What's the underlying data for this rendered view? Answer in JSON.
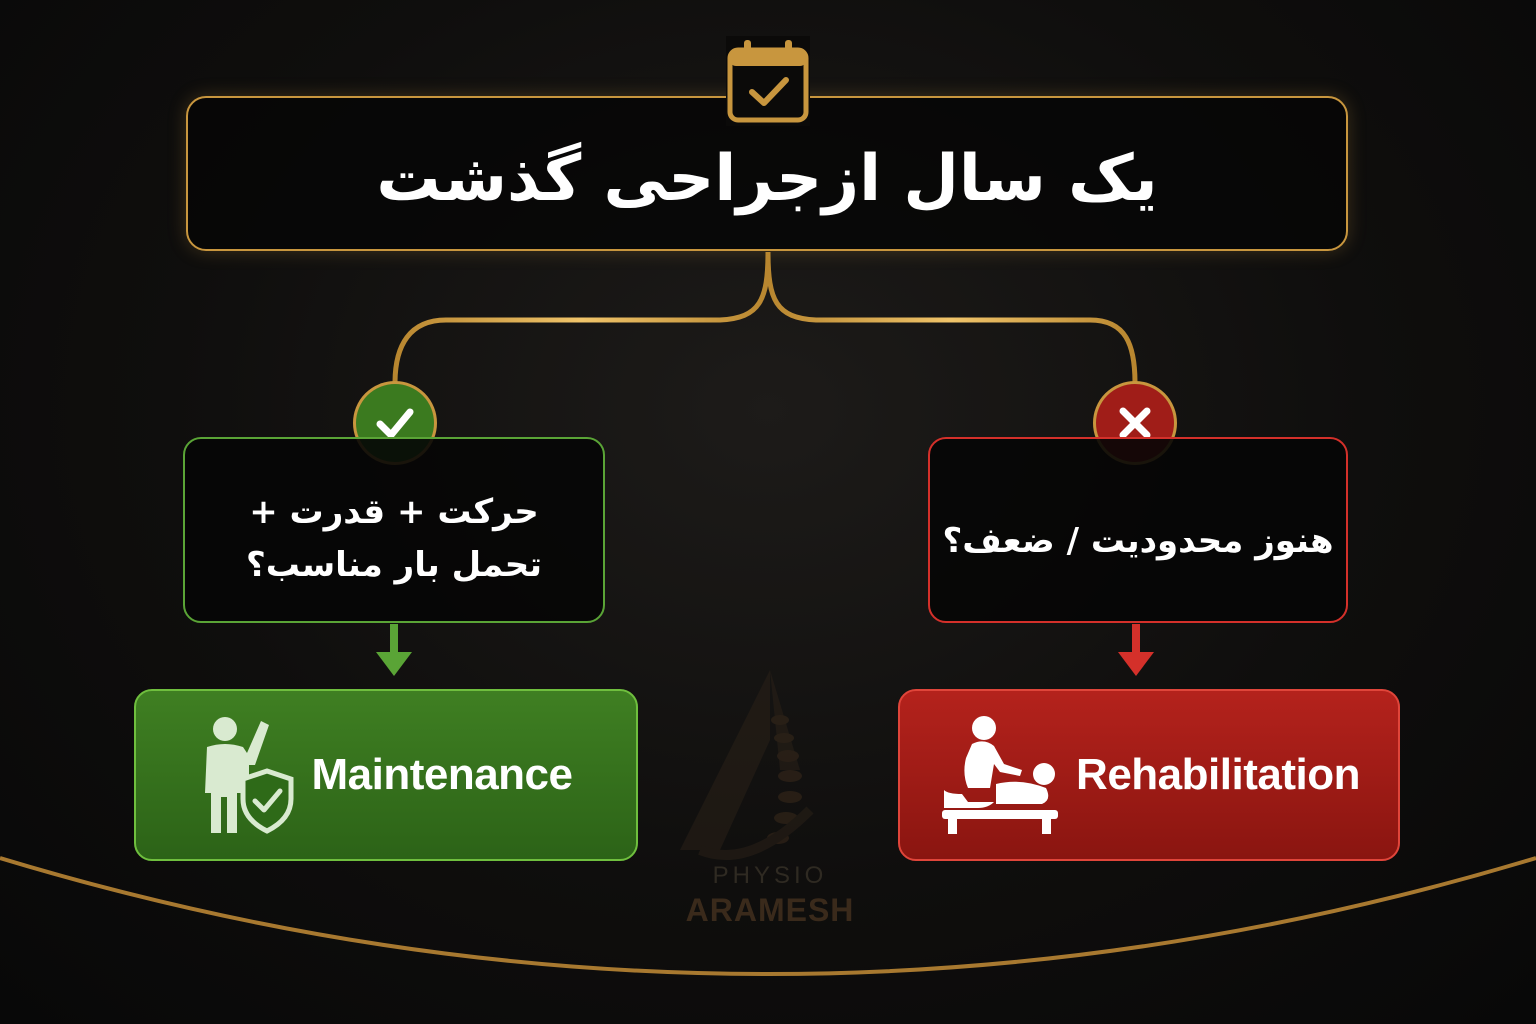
{
  "title": "یک سال ازجراحی گذشت",
  "branches": {
    "left": {
      "question_line1": "حرکت + قدرت +",
      "question_line2": "تحمل بار مناسب؟",
      "result_label": "Maintenance",
      "badge_icon": "check-icon",
      "result_icon": "person-shield-icon"
    },
    "right": {
      "question": "هنوز محدودیت / ضعف؟",
      "result_label": "Rehabilitation",
      "badge_icon": "close-icon",
      "result_icon": "massage-therapy-icon"
    }
  },
  "header_icon": "calendar-check-icon",
  "watermark": {
    "line1": "PHYSIO",
    "line2": "ARAMESH"
  },
  "colors": {
    "gold": "#c8963e",
    "green": "#3f7f22",
    "red": "#b4221c"
  }
}
